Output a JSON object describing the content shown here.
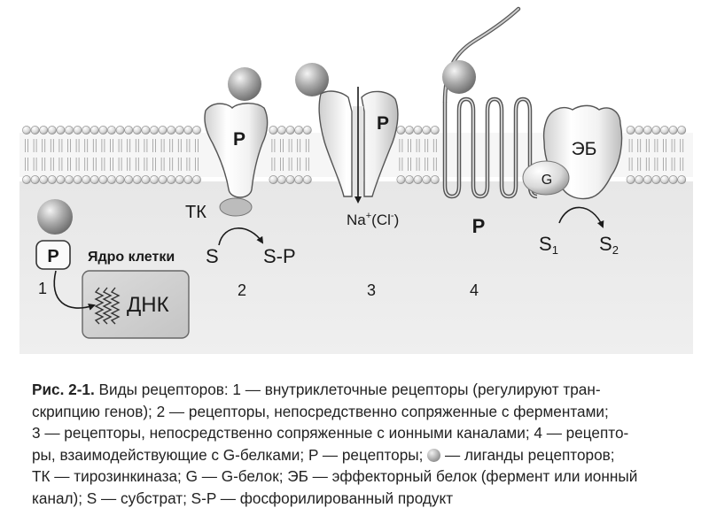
{
  "figure": {
    "nucleus_label": "Ядро клетки",
    "dna_label": "ДНК",
    "receptor_letter": "P",
    "tk_label": "ТК",
    "substrate_label": "S",
    "product_label": "S-P",
    "ion_label_main": "Na",
    "ion_label_sup1": "+",
    "ion_label_open": "(Cl",
    "ion_label_sup2": "-",
    "ion_label_close": ")",
    "effector_label": "ЭБ",
    "g_protein_label": "G",
    "s1_main": "S",
    "s1_sub": "1",
    "s2_main": "S",
    "s2_sub": "2",
    "numbers": [
      "1",
      "2",
      "3",
      "4"
    ]
  },
  "caption": {
    "head": "Рис. 2-1.",
    "line1": " Виды рецепторов: 1 — внутриклеточные рецепторы (регулируют тран-",
    "line2": "скрипцию генов); 2 — рецепторы, непосредственно сопряженные с ферментами;",
    "line3": "3 — рецепторы, непосредственно сопряженные с ионными каналами; 4 — рецепто-",
    "line4a": "ры, взаимодействующие с G-белками; P — рецепторы;",
    "line4b": " — лиганды рецепторов;",
    "line5": "ТК — тирозинкиназа; G — G-белок; ЭБ — эффекторный белок (фермент или ионный",
    "line6": "канал); S — субстрат; S-P — фосфорилированный продукт"
  }
}
